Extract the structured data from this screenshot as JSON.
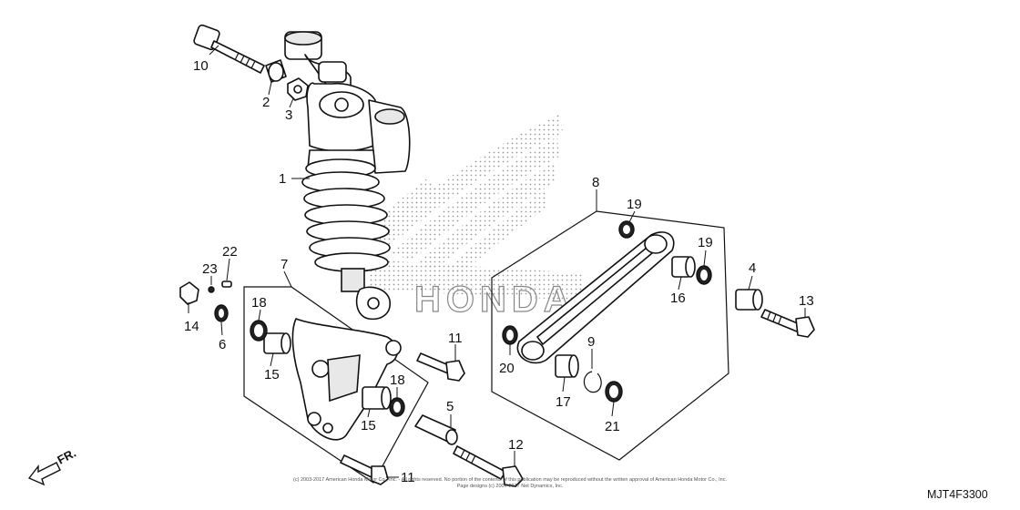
{
  "diagram_code": "MJT4F3300",
  "direction_label": "FR.",
  "copyright_line1": "(c) 2003-2017 American Honda Motor Co., Inc. - All rights reserved. No portion of the contents of this publication may be reproduced without the written approval of American Honda Motor Co., Inc.",
  "copyright_line2": "Page designs (c) 2004-2017 Net Dynamics, Inc.",
  "watermark_text": "HONDA",
  "callouts": {
    "c1": "1",
    "c2": "2",
    "c3": "3",
    "c4": "4",
    "c5": "5",
    "c6": "6",
    "c7": "7",
    "c8": "8",
    "c9": "9",
    "c10": "10",
    "c11a": "11",
    "c11b": "11",
    "c12": "12",
    "c13": "13",
    "c14": "14",
    "c15a": "15",
    "c15b": "15",
    "c16": "16",
    "c17": "17",
    "c18a": "18",
    "c18b": "18",
    "c19a": "19",
    "c19b": "19",
    "c20": "20",
    "c21": "21",
    "c22": "22",
    "c23": "23"
  }
}
